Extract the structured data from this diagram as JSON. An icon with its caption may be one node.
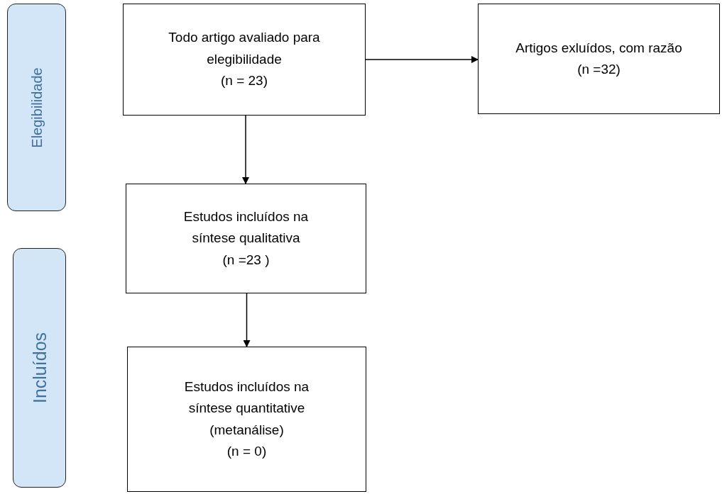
{
  "diagram": {
    "nodes": [
      {
        "text": [
          "Elegibilidade"
        ]
      },
      {
        "text": [
          "Incluídos"
        ]
      },
      {
        "text": [
          "Todo artigo avaliado para elegibilidade",
          "(n = 23)"
        ]
      },
      {
        "text": [
          "Artigos exluídos, com razão",
          "(n =32)"
        ]
      },
      {
        "text": [
          "Estudos incluídos na síntese qualitativa",
          "(n =23 )"
        ]
      },
      {
        "text": [
          "Estudos incluídos na síntese quantitative",
          "(metanálise)",
          "(n = 0)"
        ]
      }
    ],
    "edges": [
      {
        "from": 2,
        "to": 3,
        "arrow": "to"
      },
      {
        "from": 2,
        "to": 4,
        "arrow": "to"
      },
      {
        "from": 4,
        "to": 5,
        "arrow": "to"
      }
    ]
  }
}
